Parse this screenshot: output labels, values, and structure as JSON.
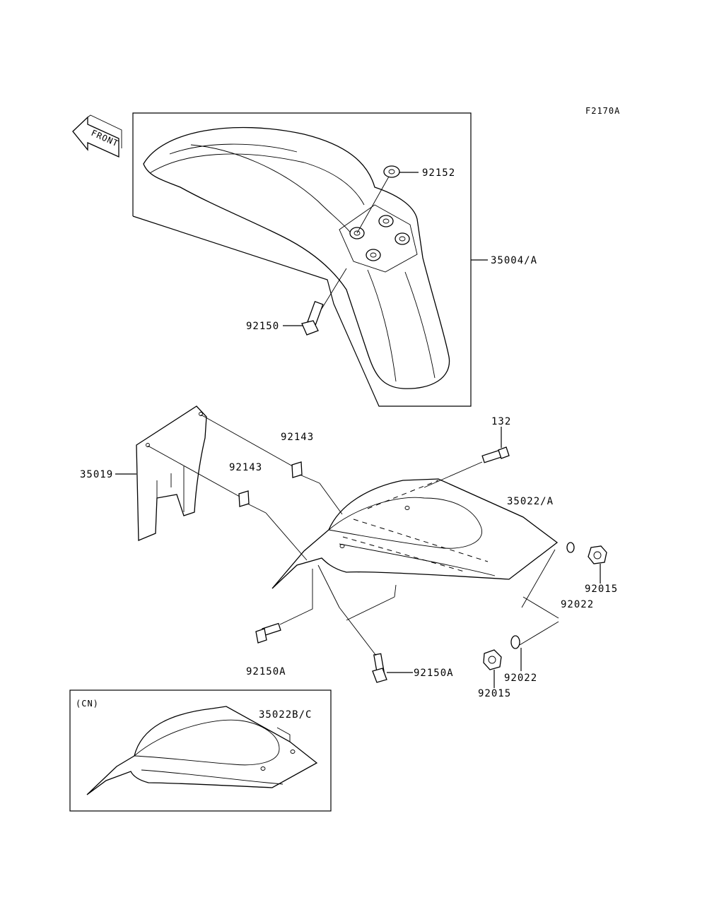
{
  "figure_code": "F2170A",
  "front_arrow": {
    "text": "FRONT",
    "icon": "front-arrow-icon"
  },
  "variant_box": {
    "title": "(CN)"
  },
  "parts": [
    {
      "id": "p-92152",
      "label": "92152"
    },
    {
      "id": "p-35004",
      "label": "35004/A"
    },
    {
      "id": "p-92150",
      "label": "92150"
    },
    {
      "id": "p-132",
      "label": "132"
    },
    {
      "id": "p-92143a",
      "label": "92143"
    },
    {
      "id": "p-92143b",
      "label": "92143"
    },
    {
      "id": "p-35019",
      "label": "35019"
    },
    {
      "id": "p-35022",
      "label": "35022/A"
    },
    {
      "id": "p-92015a",
      "label": "92015"
    },
    {
      "id": "p-92022a",
      "label": "92022"
    },
    {
      "id": "p-92150Aa",
      "label": "92150A"
    },
    {
      "id": "p-92150Ab",
      "label": "92150A"
    },
    {
      "id": "p-92022b",
      "label": "92022"
    },
    {
      "id": "p-92015b",
      "label": "92015"
    },
    {
      "id": "p-35022BC",
      "label": "35022B/C"
    }
  ]
}
